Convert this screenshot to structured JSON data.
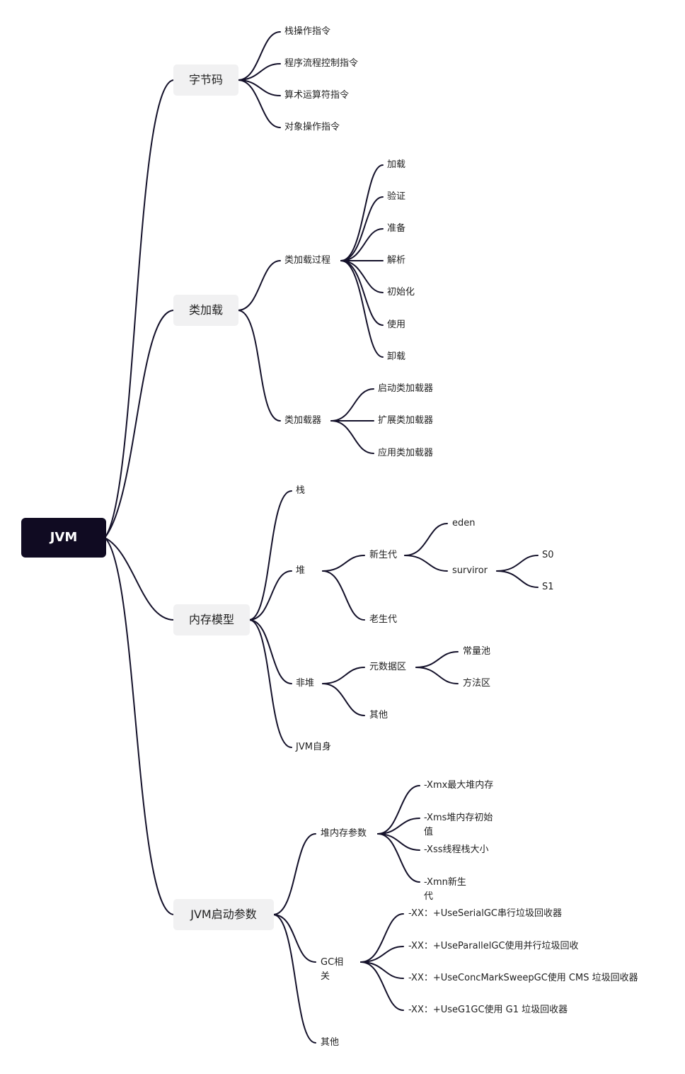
{
  "root": "JVM",
  "c1": {
    "label": "字节码",
    "children": [
      "栈操作指令",
      "程序流程控制指令",
      "算术运算符指令",
      "对象操作指令"
    ]
  },
  "c2": {
    "label": "类加载",
    "process": {
      "label": "类加载过程",
      "children": [
        "加载",
        "验证",
        "准备",
        "解析",
        "初始化",
        "使用",
        "卸载"
      ]
    },
    "loaders": {
      "label": "类加载器",
      "children": [
        "启动类加载器",
        "扩展类加载器",
        "应用类加载器"
      ]
    }
  },
  "c3": {
    "label": "内存模型",
    "stack": "栈",
    "heap": {
      "label": "堆",
      "young": {
        "label": "新生代",
        "eden": "eden",
        "survivor": {
          "label": "surviror",
          "s0": "S0",
          "s1": "S1"
        }
      },
      "old": "老生代"
    },
    "nonheap": {
      "label": "非堆",
      "meta": {
        "label": "元数据区",
        "children": [
          "常量池",
          "方法区"
        ]
      },
      "other": "其他"
    },
    "self": "JVM自身"
  },
  "c4": {
    "label": "JVM启动参数",
    "heapparams": {
      "label": "堆内存参数",
      "children": [
        "-Xmx最大堆内存",
        "-Xms堆内存初始值",
        "-Xss线程栈大小",
        "-Xmn新生代"
      ]
    },
    "gc": {
      "label": "GC相关",
      "children": [
        "-XX：+UseSerialGC串行垃圾回收器",
        "-XX：+UseParallelGC使用并行垃圾回收",
        "-XX：+UseConcMarkSweepGC使用 CMS 垃圾回收器",
        "-XX：+UseG1GC使用 G1 垃圾回收器"
      ]
    },
    "other": "其他"
  }
}
